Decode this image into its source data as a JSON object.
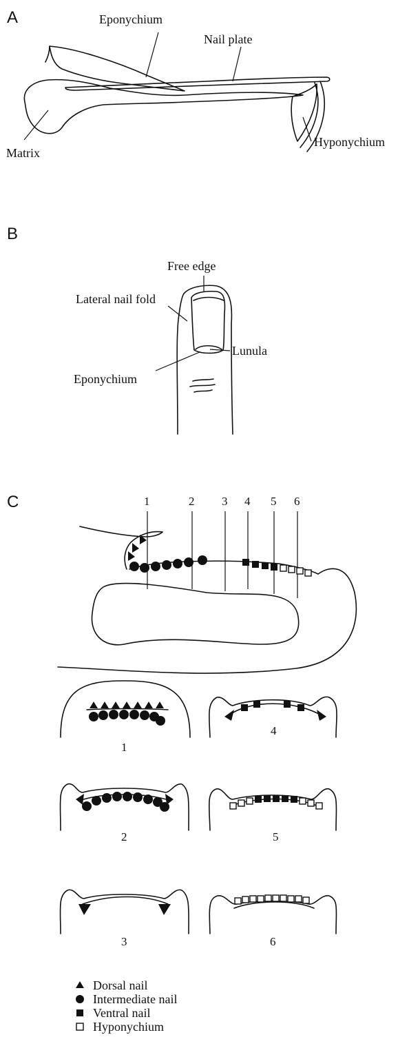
{
  "panels": {
    "a": {
      "letter": "A",
      "labels": {
        "eponychium": "Eponychium",
        "nail_plate": "Nail plate",
        "matrix": "Matrix",
        "hyponychium": "Hyponychium"
      }
    },
    "b": {
      "letter": "B",
      "labels": {
        "free_edge": "Free edge",
        "lateral_nail_fold": "Lateral nail fold",
        "lunula": "Lunula",
        "eponychium": "Eponychium"
      }
    },
    "c": {
      "letter": "C",
      "section_numbers": [
        "1",
        "2",
        "3",
        "4",
        "5",
        "6"
      ],
      "cross_sections": [
        "1",
        "4",
        "2",
        "5",
        "3",
        "6"
      ]
    }
  },
  "legend": [
    {
      "symbol": "triangle-filled",
      "label": "Dorsal nail"
    },
    {
      "symbol": "circle-filled",
      "label": "Intermediate nail"
    },
    {
      "symbol": "square-filled",
      "label": "Ventral nail"
    },
    {
      "symbol": "square-hollow",
      "label": "Hyponychium"
    }
  ]
}
